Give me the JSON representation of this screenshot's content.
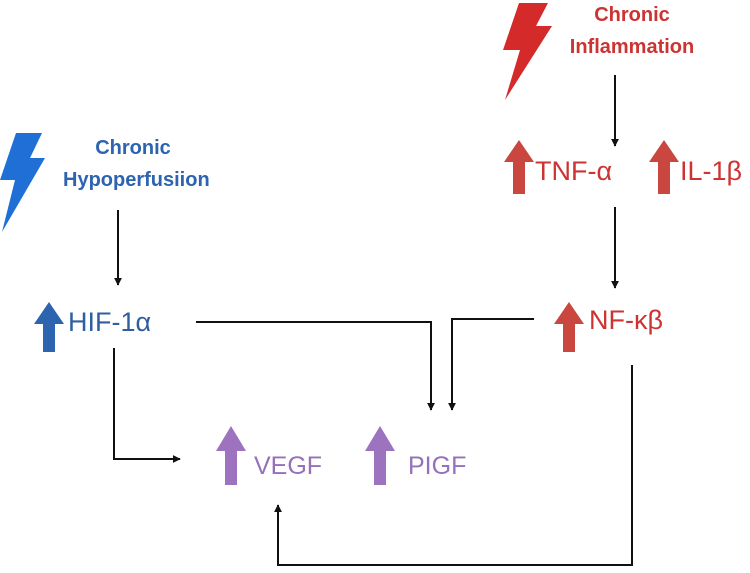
{
  "colors": {
    "blue": "#1f6fd6",
    "blue_dark": "#2d64b0",
    "blue_text": "#2f5f9e",
    "red": "#d42a2a",
    "red_text": "#cc3333",
    "red_arrow": "#c9473f",
    "purple": "#9d73c0",
    "purple_text": "#9670bb",
    "arrow": "#111111"
  },
  "stimuli": {
    "inflammation": {
      "line1": "Chronic",
      "line2": "Inflammation",
      "icon": "lightning-bolt-icon"
    },
    "hypoperfusion": {
      "line1": "Chronic",
      "line2": "Hypoperfusiion",
      "icon": "lightning-bolt-icon"
    }
  },
  "nodes": {
    "tnf": "TNF-α",
    "il1b": "IL-1β",
    "hif": "HIF-1α",
    "nfkb": "NF-κβ",
    "vegf": "VEGF",
    "pigf": "PIGF"
  }
}
